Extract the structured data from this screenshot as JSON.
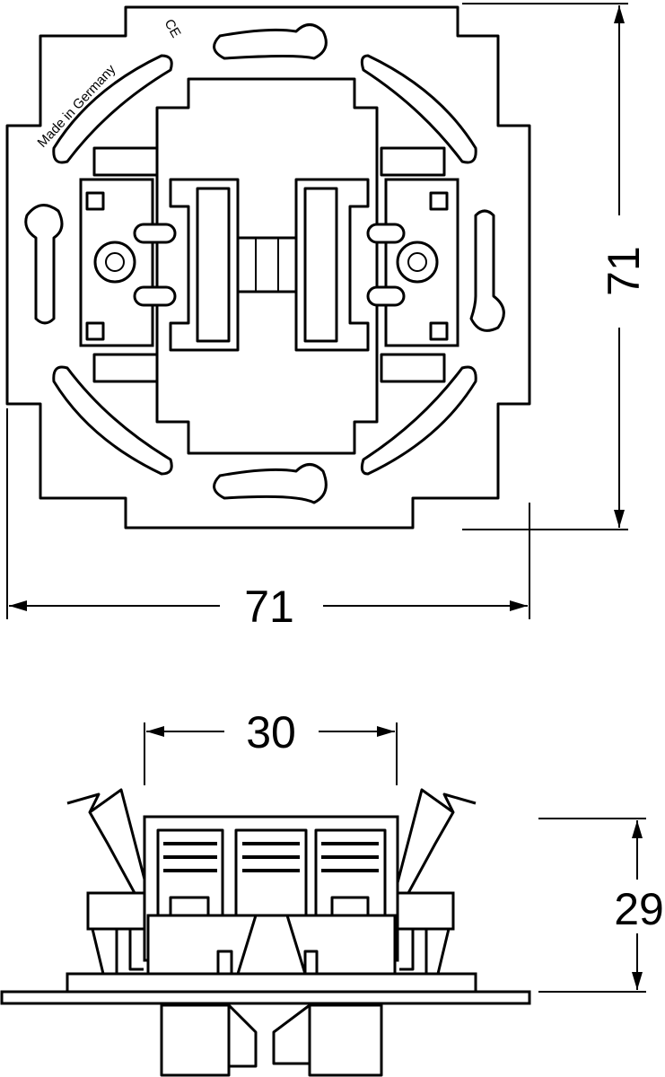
{
  "drawing": {
    "top_view": {
      "width_label": "71",
      "height_label": "71",
      "marking_text": "Made in Germany",
      "certification_mark": "CE"
    },
    "side_view": {
      "width_label": "30",
      "height_label": "29"
    }
  }
}
